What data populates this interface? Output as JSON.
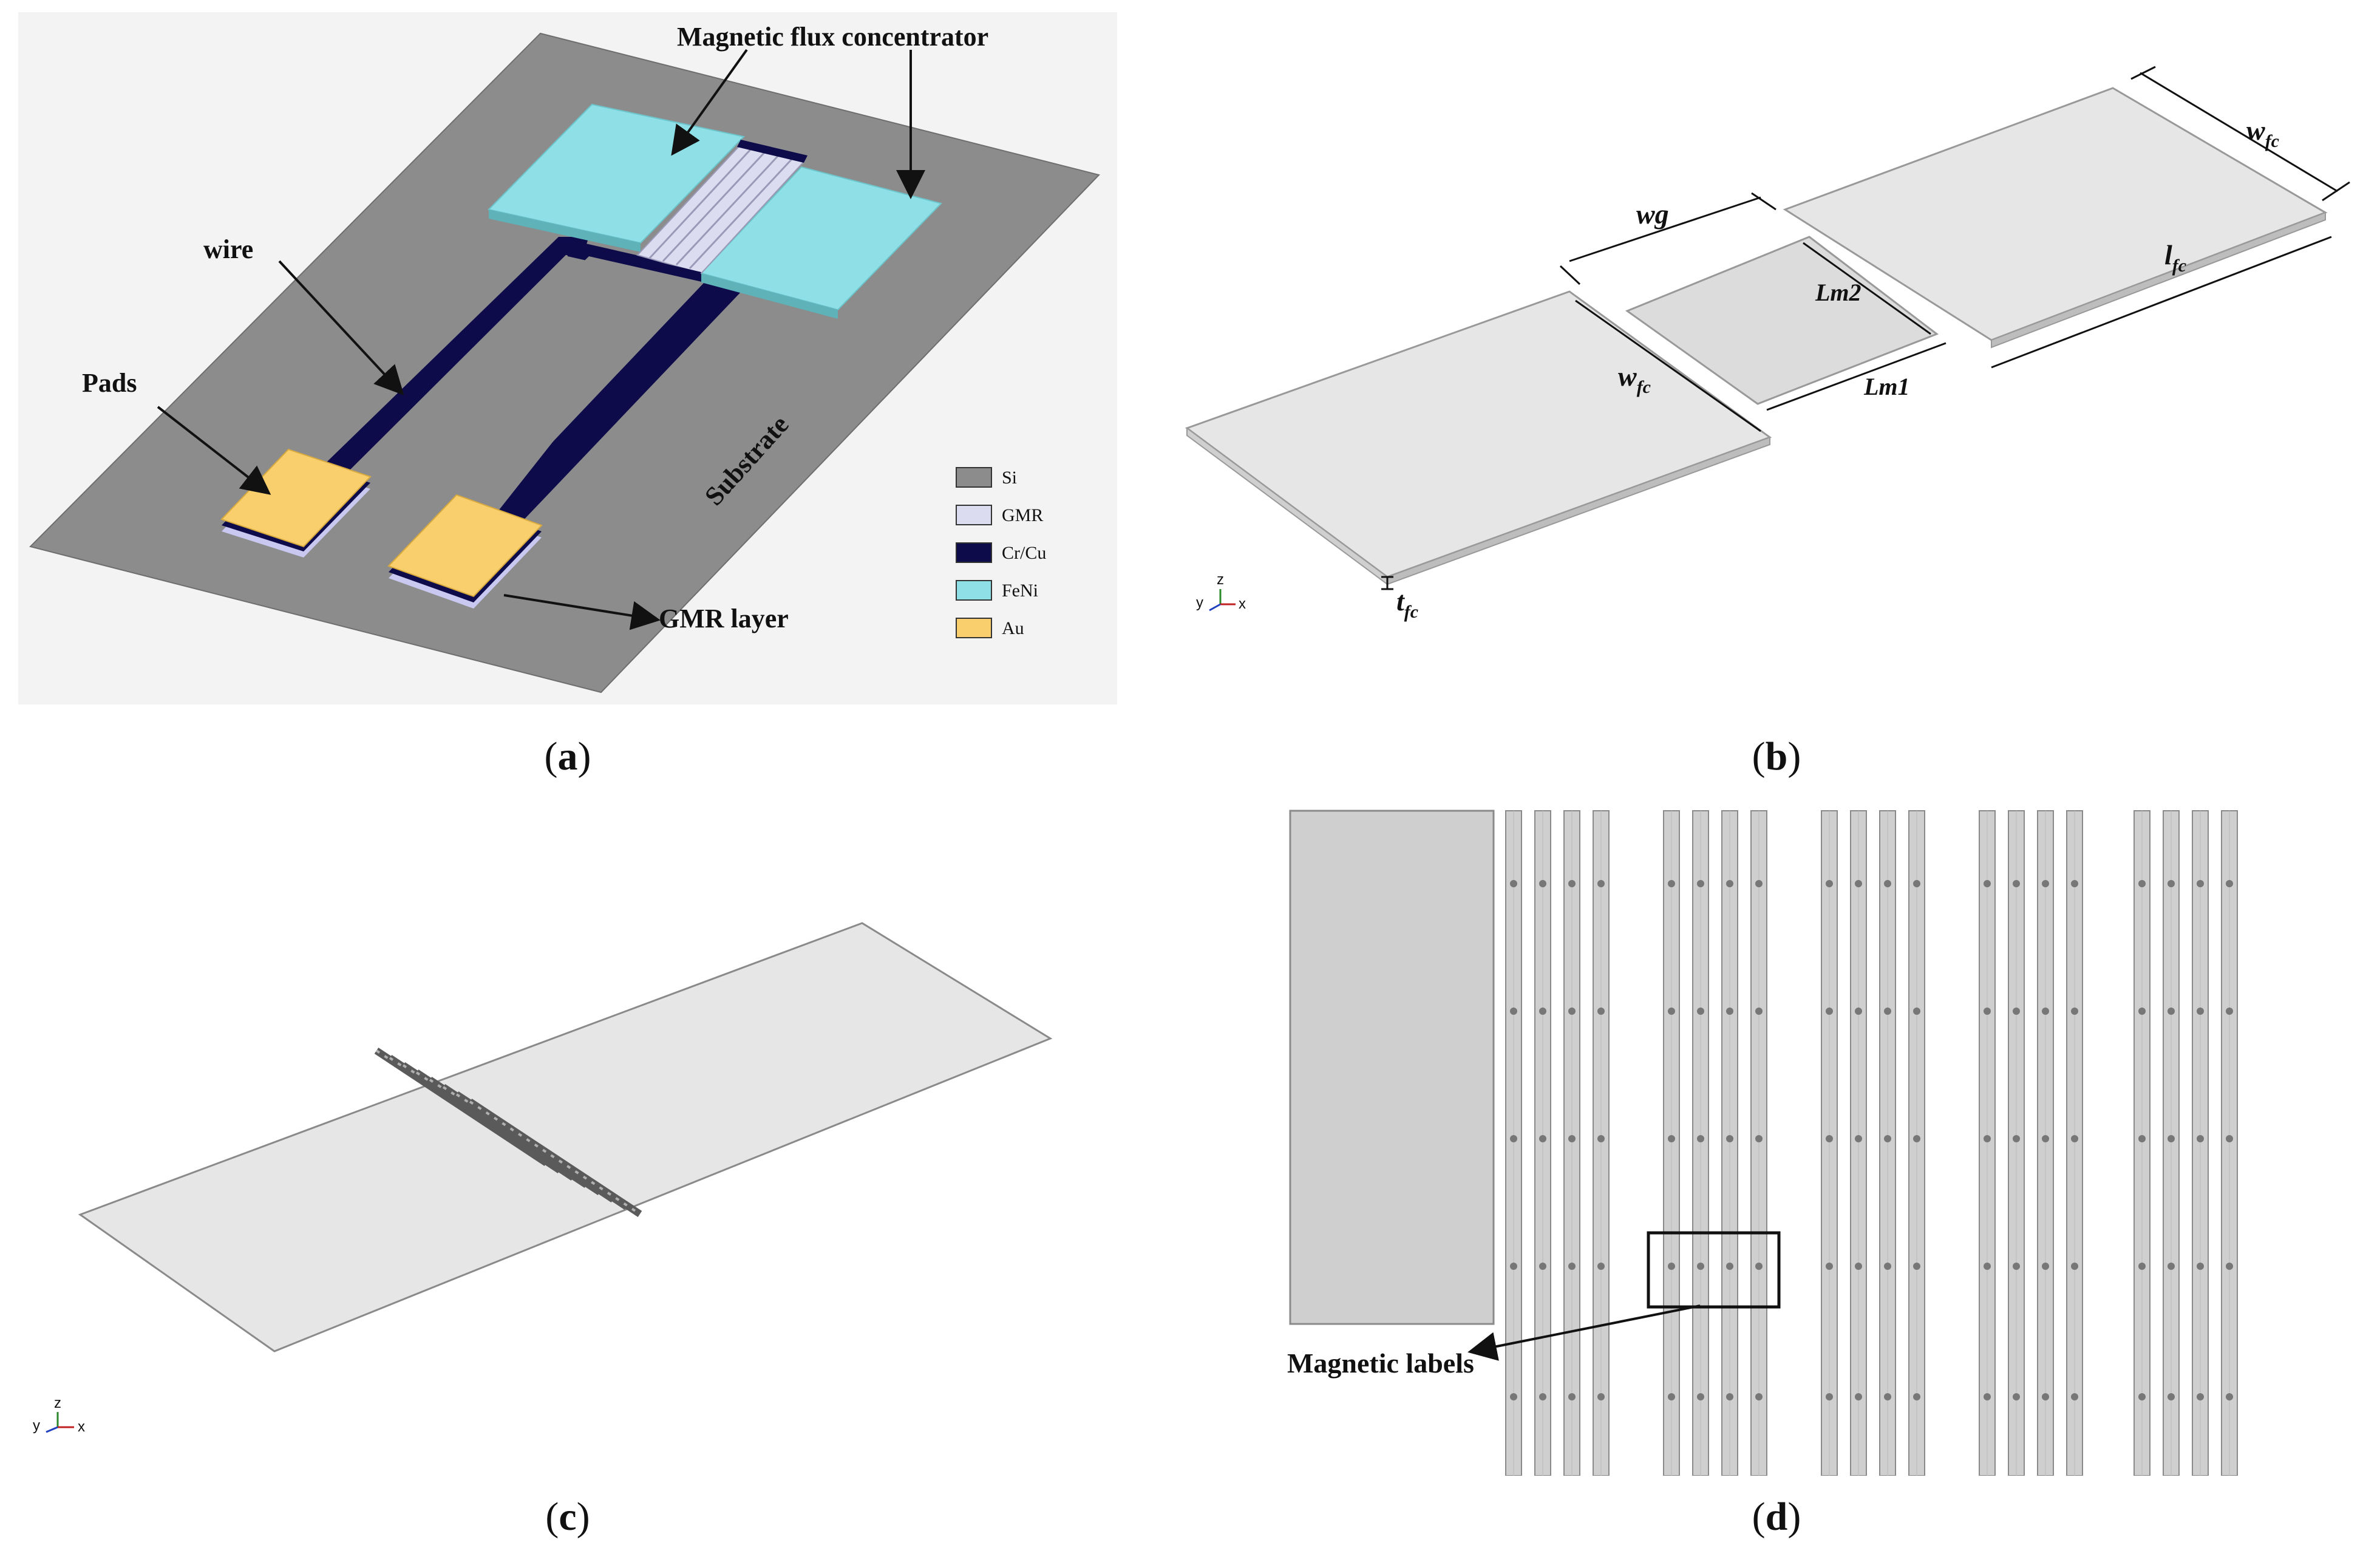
{
  "panels": {
    "a": {
      "caption_open": "(",
      "caption_letter": "a",
      "caption_close": ")",
      "labels": {
        "flux": "Magnetic flux concentrator",
        "wire": "wire",
        "pads": "Pads",
        "substrate": "Substrate",
        "gmr_layer": "GMR layer"
      },
      "legend": [
        {
          "label": "Si",
          "color": "#8c8c8c"
        },
        {
          "label": "GMR",
          "color": "#dcdcf0"
        },
        {
          "label": "Cr/Cu",
          "color": "#0d0b4a"
        },
        {
          "label": "FeNi",
          "color": "#8ee0e6"
        },
        {
          "label": "Au",
          "color": "#f9cf6e"
        }
      ]
    },
    "b": {
      "caption_open": "(",
      "caption_letter": "b",
      "caption_close": ")",
      "dims": {
        "wg": "wg",
        "lm1": "Lm1",
        "lm2": "Lm2",
        "w_main": "w",
        "w_sub": "fc",
        "l_main": "l",
        "l_sub": "fc",
        "t_main": "t",
        "t_sub": "fc"
      },
      "axes": {
        "x": "x",
        "y": "y",
        "z": "z"
      }
    },
    "c": {
      "caption_open": "(",
      "caption_letter": "c",
      "caption_close": ")",
      "axes": {
        "x": "x",
        "y": "y",
        "z": "z"
      }
    },
    "d": {
      "caption_open": "(",
      "caption_letter": "d",
      "caption_close": ")",
      "labels": {
        "magnetic_labels": "Magnetic labels"
      }
    }
  }
}
